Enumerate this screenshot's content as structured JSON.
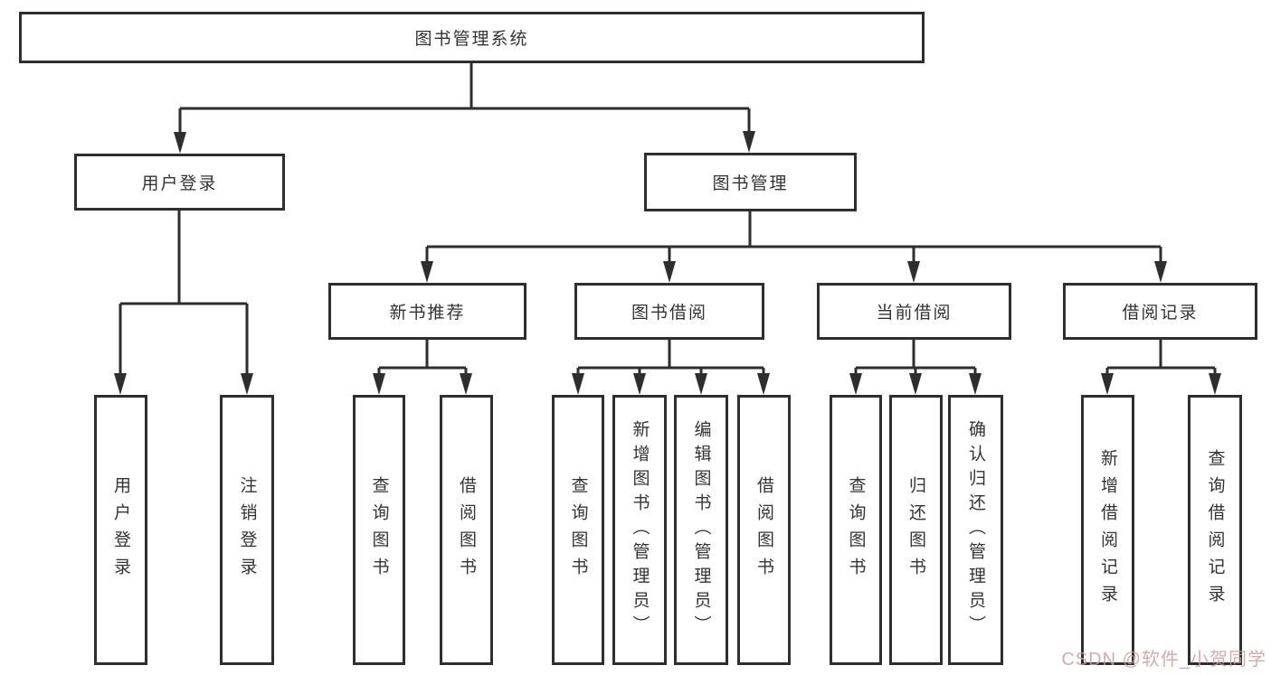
{
  "tree": {
    "root": {
      "label": "图书管理系统"
    },
    "children": [
      {
        "label": "用户登录",
        "children": [
          {
            "label": "用户登录"
          },
          {
            "label": "注销登录"
          }
        ]
      },
      {
        "label": "图书管理",
        "children": [
          {
            "label": "新书推荐",
            "children": [
              {
                "label": "查询图书"
              },
              {
                "label": "借阅图书"
              }
            ]
          },
          {
            "label": "图书借阅",
            "children": [
              {
                "label": "查询图书"
              },
              {
                "label": "新增图书（管理员）"
              },
              {
                "label": "编辑图书（管理员）"
              },
              {
                "label": "借阅图书"
              }
            ]
          },
          {
            "label": "当前借阅",
            "children": [
              {
                "label": "查询图书"
              },
              {
                "label": "归还图书"
              },
              {
                "label": "确认归还（管理员）"
              }
            ]
          },
          {
            "label": "借阅记录",
            "children": [
              {
                "label": "新增借阅记录"
              },
              {
                "label": "查询借阅记录"
              }
            ]
          }
        ]
      }
    ]
  },
  "watermark": {
    "text": "CSDN @软件_小贺同学"
  },
  "colors": {
    "line": "#2e2e2e",
    "text": "#333333",
    "watermark": "#cb9c9c",
    "background": "#ffffff"
  }
}
